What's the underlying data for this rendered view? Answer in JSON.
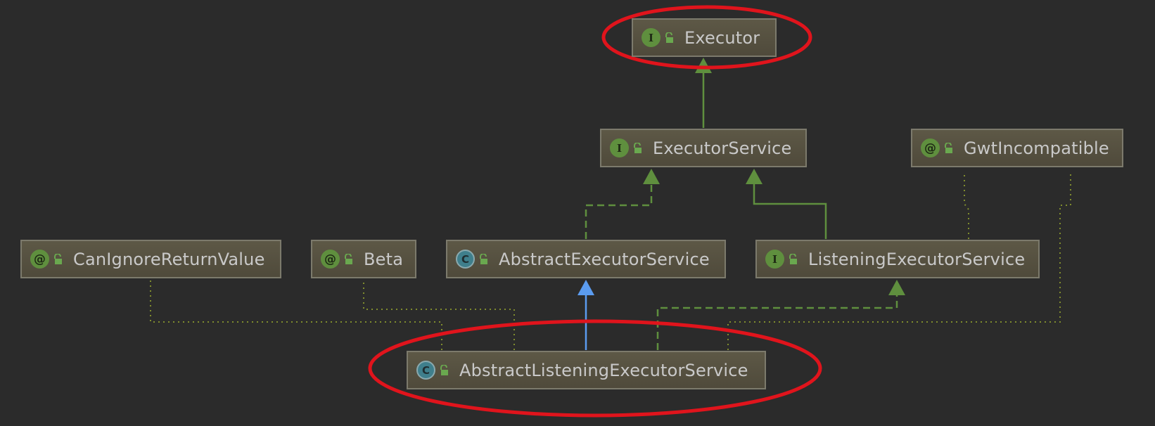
{
  "nodes": [
    {
      "id": "executor",
      "kind": "interface",
      "kind_glyph": "I",
      "label": "Executor",
      "highlighted": true
    },
    {
      "id": "executor-service",
      "kind": "interface",
      "kind_glyph": "I",
      "label": "ExecutorService",
      "highlighted": false
    },
    {
      "id": "gwt-incompatible",
      "kind": "annotation",
      "kind_glyph": "@",
      "label": "GwtIncompatible",
      "highlighted": false
    },
    {
      "id": "can-ignore-return-value",
      "kind": "annotation",
      "kind_glyph": "@",
      "label": "CanIgnoreReturnValue",
      "highlighted": false
    },
    {
      "id": "beta",
      "kind": "annotation",
      "kind_glyph": "@",
      "label": "Beta",
      "highlighted": false
    },
    {
      "id": "abstract-executor-service",
      "kind": "class",
      "kind_glyph": "C",
      "label": "AbstractExecutorService",
      "highlighted": false
    },
    {
      "id": "listening-executor-service",
      "kind": "interface",
      "kind_glyph": "I",
      "label": "ListeningExecutorService",
      "highlighted": false
    },
    {
      "id": "abstract-listening-executor-service",
      "kind": "class",
      "kind_glyph": "C",
      "label": "AbstractListeningExecutorService",
      "highlighted": true
    }
  ],
  "edges": [
    {
      "from": "executor-service",
      "to": "executor",
      "type": "interface-extends"
    },
    {
      "from": "abstract-executor-service",
      "to": "executor-service",
      "type": "implements"
    },
    {
      "from": "listening-executor-service",
      "to": "executor-service",
      "type": "interface-extends"
    },
    {
      "from": "listening-executor-service",
      "to": "gwt-incompatible",
      "type": "annotated-by"
    },
    {
      "from": "abstract-listening-executor-service",
      "to": "abstract-executor-service",
      "type": "class-extends"
    },
    {
      "from": "abstract-listening-executor-service",
      "to": "listening-executor-service",
      "type": "implements"
    },
    {
      "from": "abstract-listening-executor-service",
      "to": "can-ignore-return-value",
      "type": "annotated-by"
    },
    {
      "from": "abstract-listening-executor-service",
      "to": "beta",
      "type": "annotated-by"
    },
    {
      "from": "abstract-listening-executor-service",
      "to": "gwt-incompatible",
      "type": "annotated-by"
    }
  ],
  "colors": {
    "background": "#2b2b2b",
    "node_fill": "#57523f",
    "node_border": "#7c7a6c",
    "node_text": "#c9c9c9",
    "interface_icon": "#5f8f3e",
    "class_icon": "#3f7f8c",
    "lock_icon": "#6aa84f",
    "interface_edge": "#5f8f3e",
    "class_edge": "#5b9cf0",
    "annotation_edge": "#7f8c2e",
    "highlight": "#e0141c"
  },
  "icons": {
    "visibility": "open-lock-icon"
  }
}
